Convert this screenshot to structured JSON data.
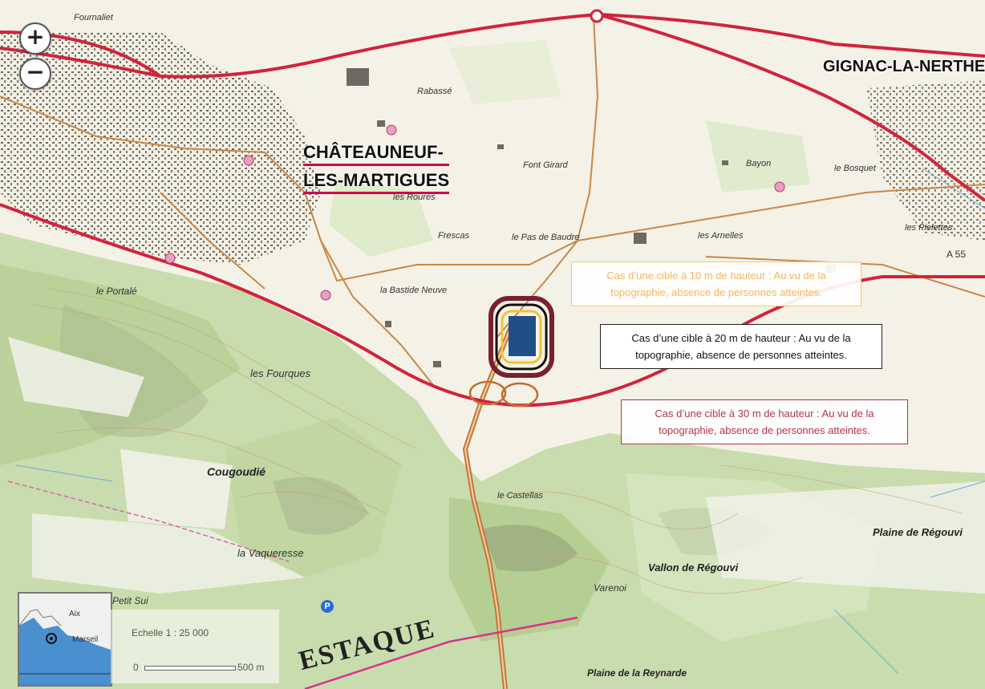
{
  "map": {
    "controls": {
      "zoom_in": "+",
      "zoom_out": "−"
    },
    "places": {
      "chateauneuf_line1": "CHÂTEAUNEUF-",
      "chateauneuf_line2": "LES-MARTIGUES",
      "gignac": "GIGNAC-LA-NERTHE",
      "estaque": "ESTAQUE",
      "cougoudie": "Cougoudié",
      "fourques": "les Fourques",
      "vaqueresse": "la Vaqueresse",
      "portale": "le Portalé",
      "vallon": "Vallon de Régouvi",
      "plaine_regouvi": "Plaine de Régouvi",
      "plaine_reynarde": "Plaine de la Reynarde",
      "castellas": "le Castellas",
      "pas_baudre": "le Pas de Baudre",
      "font_girard": "Font Girard",
      "rabasse": "Rabassé",
      "fournaliet": "Fournaliet",
      "bosquet": "le Bosquet",
      "pielettes": "les Pielettes",
      "arnelles": "les Arnelles",
      "petit_sui": "Petit Sui",
      "varenoi": "Varenoi",
      "roures": "les Roures",
      "bastide_neuve": "la Bastide Neuve",
      "frescas": "Frescas",
      "bayon": "Bayon",
      "a55": "A 55"
    },
    "callouts": {
      "c10": "Cas d’une cible à 10 m de hauteur : Au vu de la topographie, absence de personnes atteintes.",
      "c20": "Cas d’une cible à 20 m de hauteur : Au vu de la topographie, absence de personnes atteintes.",
      "c30": "Cas d’une cible à 30 m de hauteur : Au vu de la topographie, absence de personnes atteintes."
    },
    "inset": {
      "aix": "Aix",
      "marseille": "Marseil"
    },
    "scale": {
      "label": "Echelle 1 : 25 000",
      "start": "0",
      "end": "500 m"
    },
    "parking": "P",
    "colors": {
      "motorway": "#d2233c",
      "road": "#c8874a",
      "target": "#1f4f86",
      "zone10": "#f0c23a",
      "zone20": "#111111",
      "zone30": "#7a1f2e"
    }
  }
}
